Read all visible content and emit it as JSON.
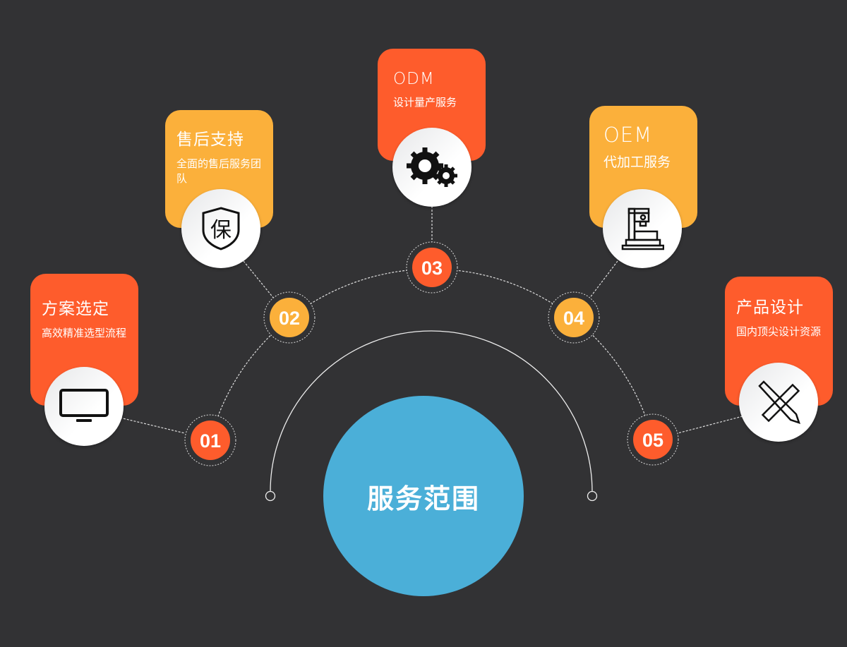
{
  "center": {
    "title": "服务范围",
    "color": "#4BAFD8"
  },
  "colors": {
    "orange": "#FE5C2C",
    "yellow": "#FBB03B",
    "background": "#323234"
  },
  "steps": [
    {
      "number": "01",
      "title": "方案选定",
      "subtitle": "高效精准选型流程",
      "icon": "monitor-icon"
    },
    {
      "number": "02",
      "title": "售后支持",
      "subtitle": "全面的售后服务团队",
      "icon": "shield-bao-icon",
      "icon_text": "保"
    },
    {
      "number": "03",
      "title": "ODM",
      "subtitle": "设计量产服务",
      "icon": "gears-icon"
    },
    {
      "number": "04",
      "title": "OEM",
      "subtitle": "代加工服务",
      "icon": "machine-icon"
    },
    {
      "number": "05",
      "title": "产品设计",
      "subtitle": "国内顶尖设计资源",
      "icon": "pencil-ruler-icon"
    }
  ]
}
